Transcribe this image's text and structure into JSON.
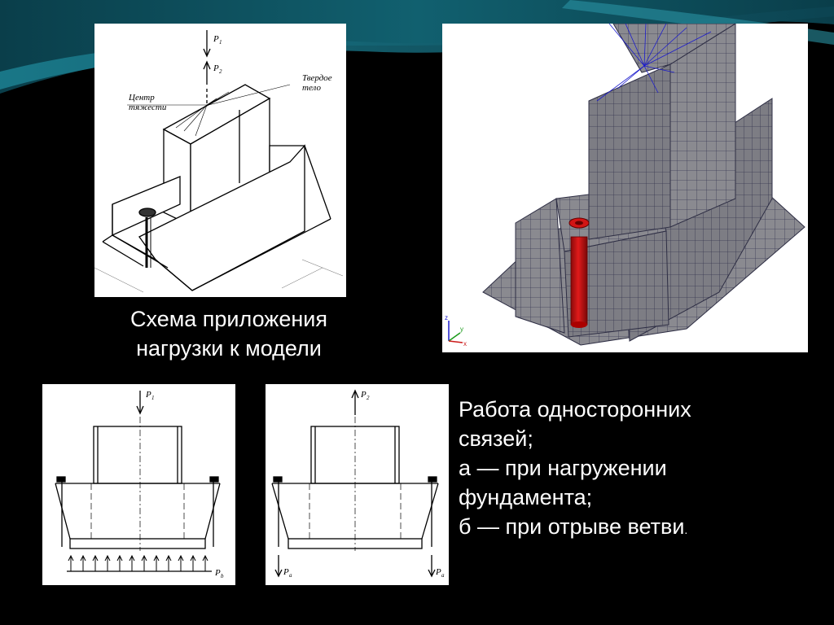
{
  "slide": {
    "caption_main": {
      "line1": "Схема приложения",
      "line2": "нагрузки к модели"
    },
    "caption_side": {
      "line1": "Работа односторонних",
      "line2": "связей;",
      "line3": "а — при нагружении",
      "line4": "фундамента;",
      "line5": "б — при отрыве ветви",
      "line5_end": "."
    }
  },
  "schema": {
    "load_p1": "P",
    "load_p1_sub": "1",
    "load_p2": "P",
    "load_p2_sub": "2",
    "label_center_line1": "Центр",
    "label_center_line2": "тяжести",
    "label_solid_line1": "Твердое",
    "label_solid_line2": "тело"
  },
  "fem": {
    "axis_z": "z",
    "axis_y": "y",
    "axis_x": "x"
  },
  "diagram_a": {
    "load": "P",
    "load_sub": "1",
    "reaction": "P",
    "reaction_sub": "b"
  },
  "diagram_b": {
    "load": "P",
    "load_sub": "2",
    "reaction_left": "P",
    "reaction_left_sub": "a",
    "reaction_right": "P",
    "reaction_right_sub": "a"
  },
  "colors": {
    "background": "#000000",
    "wave_teal": "#0d4d5a",
    "mesh_fill": "#8a8a90",
    "bolt_red": "#d21414",
    "load_lines": "#1a1acc"
  }
}
